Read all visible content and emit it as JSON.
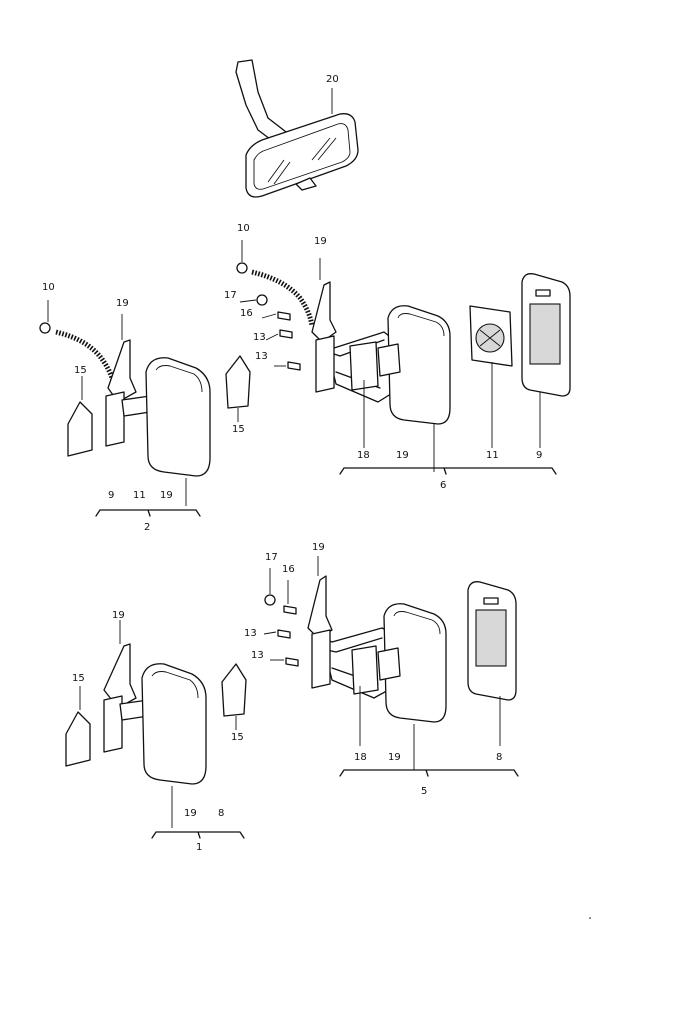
{
  "callouts": {
    "c20": "20",
    "c10a": "10",
    "c19a": "19",
    "c17a": "17",
    "c16a": "16",
    "c13a": "13",
    "c13b": "13",
    "c18a": "18",
    "c19b": "19",
    "c11a": "11",
    "c9a": "9",
    "g6": "6",
    "c10b": "10",
    "c19c": "19",
    "c15a": "15",
    "c15b": "15",
    "c9b": "9",
    "c11b": "11",
    "c19d": "19",
    "g2": "2",
    "c17b": "17",
    "c19e": "19",
    "c16b": "16",
    "c13c": "13",
    "c13d": "13",
    "c18b": "18",
    "c19f": "19",
    "c8a": "8",
    "g5": "5",
    "c19g": "19",
    "c15c": "15",
    "c15d": "15",
    "c19h": "19",
    "c8b": "8",
    "g1": "1"
  },
  "icons": {
    "inner_mirror": "rear-view-mirror-icon",
    "outer_mirror": "exterior-mirror-icon",
    "glass": "mirror-glass-icon",
    "cable": "cable-icon",
    "screw": "screw-icon",
    "cover": "cover-cap-icon"
  }
}
